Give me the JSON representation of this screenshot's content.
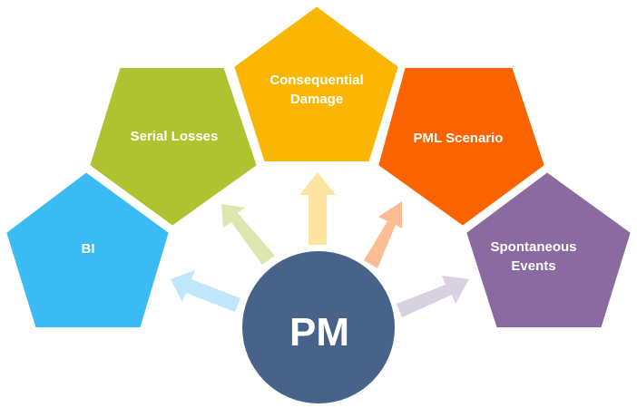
{
  "center": {
    "label": "PM",
    "color": "#486389"
  },
  "nodes": [
    {
      "id": "bi",
      "label": "BI",
      "color": "#3ABBF3",
      "arrow_color": "#BFE6FA"
    },
    {
      "id": "serial-losses",
      "label": "Serial Losses",
      "color": "#AFC22F",
      "arrow_color": "#DCE6AE"
    },
    {
      "id": "consequential-damage",
      "label": "Consequential\nDamage",
      "color": "#FBB604",
      "arrow_color": "#FDE4A0"
    },
    {
      "id": "pml-scenario",
      "label": "PML Scenario",
      "color": "#FB6300",
      "arrow_color": "#FCBC94"
    },
    {
      "id": "spontaneous-events",
      "label": "Spontaneous\nEvents",
      "color": "#8A6AA0",
      "arrow_color": "#D9D0E2"
    }
  ]
}
